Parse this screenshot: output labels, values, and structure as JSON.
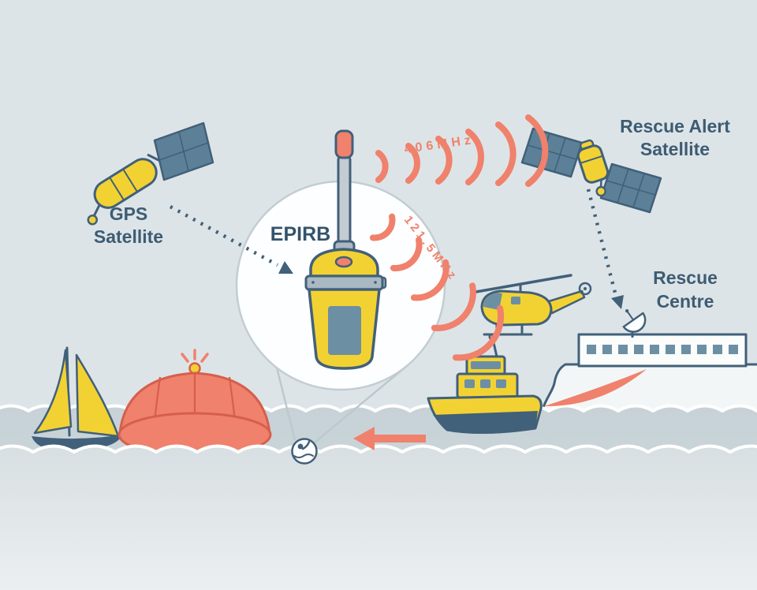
{
  "labels": {
    "gps_satellite": {
      "line1": "GPS",
      "line2": "Satellite"
    },
    "rescue_alert_satellite": {
      "line1": "Rescue Alert",
      "line2": "Satellite"
    },
    "rescue_centre": {
      "line1": "Rescue",
      "line2": "Centre"
    },
    "epirb": "EPIRB",
    "frequency_406": "406MHz",
    "frequency_1215": "121.5MHz"
  },
  "colors": {
    "background": "#dde4e7",
    "yellow": "#f2d233",
    "salmon": "#f0816c",
    "outline": "#41607a",
    "solar_panel": "#5d8099",
    "raft_outline": "#d55f4c",
    "label_text": "#3d5c73",
    "sea_top": "#c7d2d7",
    "sea_bottom": "#ebeff0"
  },
  "scene_objects": [
    "gps-satellite",
    "rescue-alert-satellite",
    "rescue-centre-building",
    "radar-dish",
    "epirb-beacon",
    "magnifier-circle",
    "casualty-in-water",
    "helicopter",
    "lifeboat",
    "life-raft",
    "sailboat",
    "signal-waves-406",
    "signal-waves-121-5",
    "sea-waves",
    "dotted-arrow-gps-to-epirb",
    "dotted-arrow-satellite-to-centre",
    "arrow-centre-to-boat",
    "arrow-boat-to-casualty"
  ]
}
